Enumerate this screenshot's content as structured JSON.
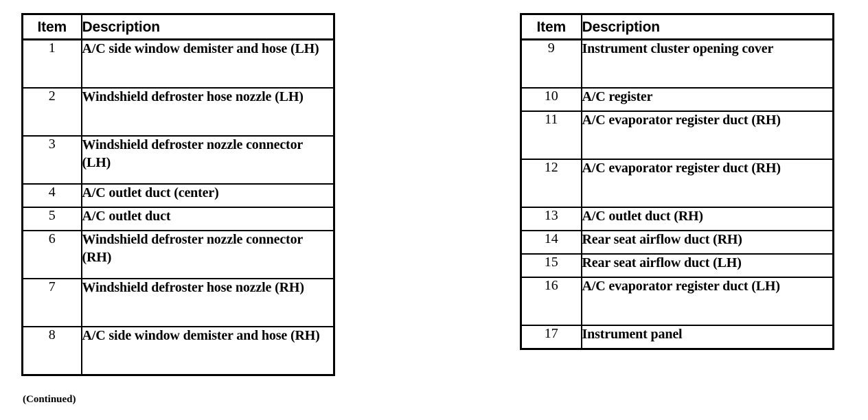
{
  "document": {
    "kind": "parts-identification-table",
    "footnote": "(Continued)"
  },
  "tables": [
    {
      "id": "left",
      "headers": {
        "item": "Item",
        "description": "Description"
      },
      "rows": [
        {
          "item": "1",
          "description": "A/C side window demister and hose (LH)",
          "lines": 2
        },
        {
          "item": "2",
          "description": "Windshield defroster hose nozzle (LH)",
          "lines": 2
        },
        {
          "item": "3",
          "description": "Windshield defroster nozzle connector (LH)",
          "lines": 2
        },
        {
          "item": "4",
          "description": "A/C outlet duct (center)",
          "lines": 1
        },
        {
          "item": "5",
          "description": "A/C outlet duct",
          "lines": 1
        },
        {
          "item": "6",
          "description": "Windshield defroster nozzle connector (RH)",
          "lines": 2
        },
        {
          "item": "7",
          "description": "Windshield defroster hose nozzle (RH)",
          "lines": 2
        },
        {
          "item": "8",
          "description": "A/C side window demister and hose (RH)",
          "lines": 2
        }
      ]
    },
    {
      "id": "right",
      "headers": {
        "item": "Item",
        "description": "Description"
      },
      "rows": [
        {
          "item": "9",
          "description": "Instrument cluster opening cover",
          "lines": 2
        },
        {
          "item": "10",
          "description": "A/C register",
          "lines": 1
        },
        {
          "item": "11",
          "description": "A/C evaporator register duct (RH)",
          "lines": 2
        },
        {
          "item": "12",
          "description": "A/C evaporator register duct (RH)",
          "lines": 2
        },
        {
          "item": "13",
          "description": "A/C outlet duct (RH)",
          "lines": 1
        },
        {
          "item": "14",
          "description": "Rear seat airflow duct (RH)",
          "lines": 1
        },
        {
          "item": "15",
          "description": "Rear seat airflow duct (LH)",
          "lines": 1
        },
        {
          "item": "16",
          "description": "A/C evaporator register duct (LH)",
          "lines": 2
        },
        {
          "item": "17",
          "description": "Instrument panel",
          "lines": 1
        }
      ]
    }
  ],
  "colors": {
    "background": "#ffffff",
    "ink": "#000000",
    "border": "#000000"
  }
}
